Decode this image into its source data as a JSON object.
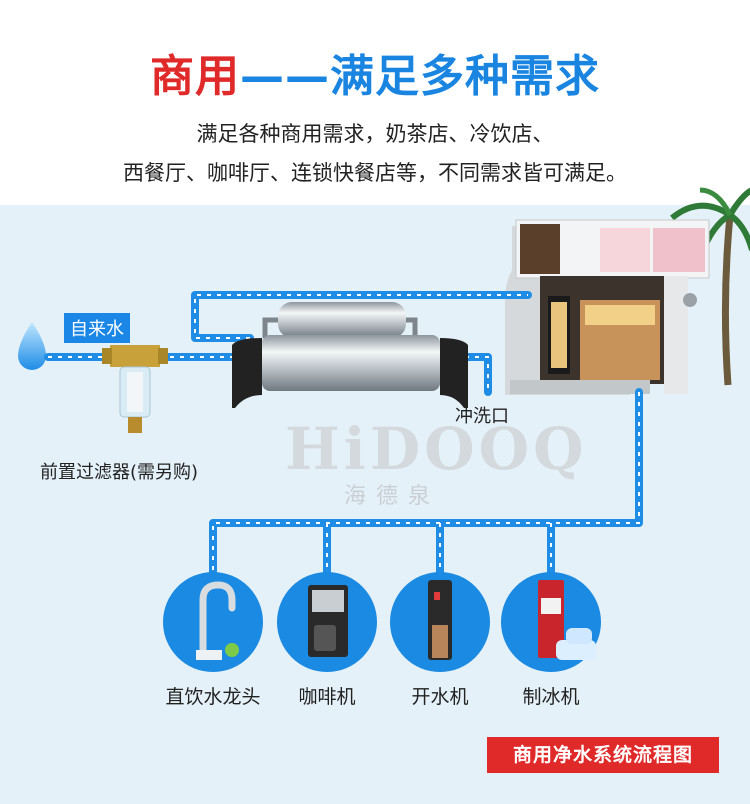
{
  "header": {
    "title_red": "商用",
    "title_dash": "——",
    "title_blue": "满足多种需求",
    "line1": "满足各种商用需求，奶茶店、冷饮店、",
    "line2": "西餐厅、咖啡厅、连锁快餐店等，不同需求皆可满足。"
  },
  "labels": {
    "tap_water": "自来水",
    "pre_filter": "前置过滤器(需另购)",
    "flush_port": "冲洗口"
  },
  "watermark": {
    "logo": "HiDOOQ",
    "name": "海德泉"
  },
  "endpoints": [
    {
      "label": "直饮水龙头",
      "icon": "faucet-icon"
    },
    {
      "label": "咖啡机",
      "icon": "coffee-machine-icon"
    },
    {
      "label": "开水机",
      "icon": "water-dispenser-icon"
    },
    {
      "label": "制冰机",
      "icon": "ice-maker-icon"
    }
  ],
  "badge": "商用净水系统流程图",
  "colors": {
    "red": "#e02a2a",
    "blue": "#1a85e0",
    "pipe": "#1f8de6",
    "bg": "#e5f1f9"
  }
}
